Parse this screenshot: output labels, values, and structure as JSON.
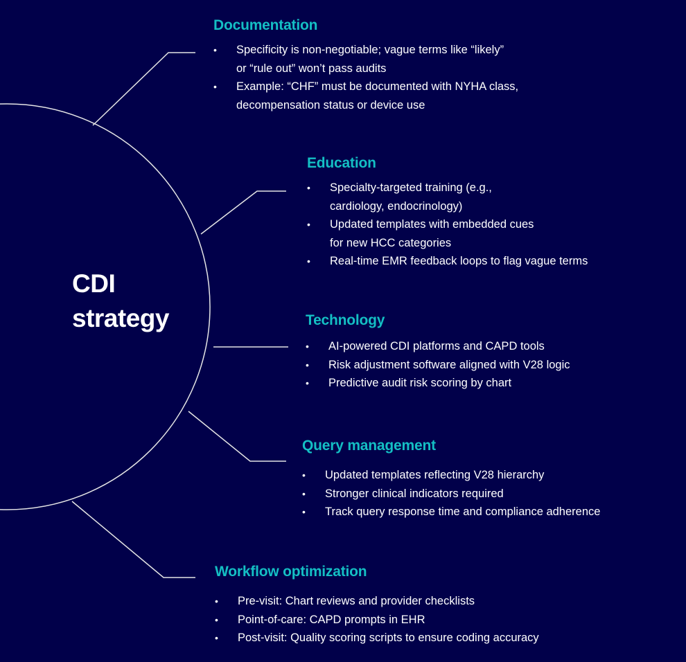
{
  "center": {
    "line1": "CDI",
    "line2": "strategy"
  },
  "colors": {
    "background": "#01004a",
    "heading": "#14bfc4",
    "text": "#ffffff",
    "line": "#e6e6e6"
  },
  "bullet_glyph": "•",
  "sections": [
    {
      "title": "Documentation",
      "items": [
        [
          "Specificity is non-negotiable; vague terms like “likely”",
          "or “rule out” won’t pass audits"
        ],
        [
          "Example: “CHF” must be documented with NYHA class,",
          "decompensation status or device use"
        ]
      ]
    },
    {
      "title": "Education",
      "items": [
        [
          "Specialty-targeted training (e.g.,",
          "cardiology, endocrinology)"
        ],
        [
          "Updated templates with embedded cues",
          "for new HCC categories"
        ],
        [
          "Real-time EMR feedback loops to flag vague terms"
        ]
      ]
    },
    {
      "title": "Technology",
      "items": [
        [
          "AI-powered CDI platforms and CAPD tools"
        ],
        [
          "Risk adjustment software aligned with V28 logic"
        ],
        [
          "Predictive audit risk scoring by chart"
        ]
      ]
    },
    {
      "title": "Query management",
      "items": [
        [
          "Updated templates reflecting V28 hierarchy"
        ],
        [
          "Stronger clinical indicators required"
        ],
        [
          "Track query response time and compliance adherence"
        ]
      ]
    },
    {
      "title": "Workflow optimization",
      "items": [
        [
          "Pre-visit: Chart reviews and provider checklists"
        ],
        [
          "Point-of-care: CAPD prompts in EHR"
        ],
        [
          "Post-visit: Quality scoring scripts to ensure coding accuracy"
        ]
      ]
    }
  ]
}
